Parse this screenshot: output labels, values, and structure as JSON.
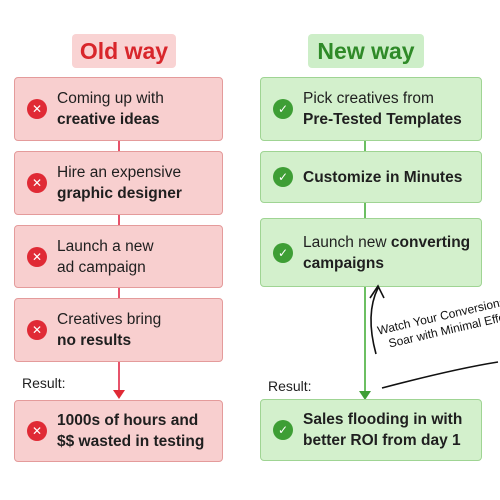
{
  "old_way": {
    "header": "Old way",
    "steps": [
      {
        "line1": "Coming up with",
        "line2": "creative ideas",
        "bold_line": 2
      },
      {
        "line1": "Hire an expensive",
        "line2": "graphic designer",
        "bold_line": 2
      },
      {
        "line1": "Launch a new",
        "line2": "ad campaign",
        "bold_line": 0
      },
      {
        "line1": "Creatives bring",
        "line2": "no results",
        "bold_line": 2
      }
    ],
    "result_label": "Result:",
    "result": {
      "line1": "1000s of hours and",
      "line2": "$$ wasted in testing"
    }
  },
  "new_way": {
    "header": "New way",
    "steps": [
      {
        "line1": "Pick creatives from",
        "line2": "Pre-Tested Templates",
        "bold_line": 2
      },
      {
        "line1": "Customize in Minutes",
        "line2": "",
        "bold_line": 1
      },
      {
        "line1_a": "Launch new ",
        "line1_b": "converting",
        "line2": "campaigns"
      }
    ],
    "result_label": "Result:",
    "result": {
      "line1": "Sales flooding in with",
      "line2": "better ROI from day 1"
    }
  },
  "annotation": {
    "line1": "Watch Your Conversions",
    "line2": "Soar with Minimal Effort"
  },
  "icons": {
    "old": "x-circle-icon",
    "new": "check-circle-icon"
  },
  "colors": {
    "old_accent": "#e02a35",
    "old_box": "#f8cfcf",
    "new_accent": "#3e9e35",
    "new_box": "#d3f0cc"
  }
}
